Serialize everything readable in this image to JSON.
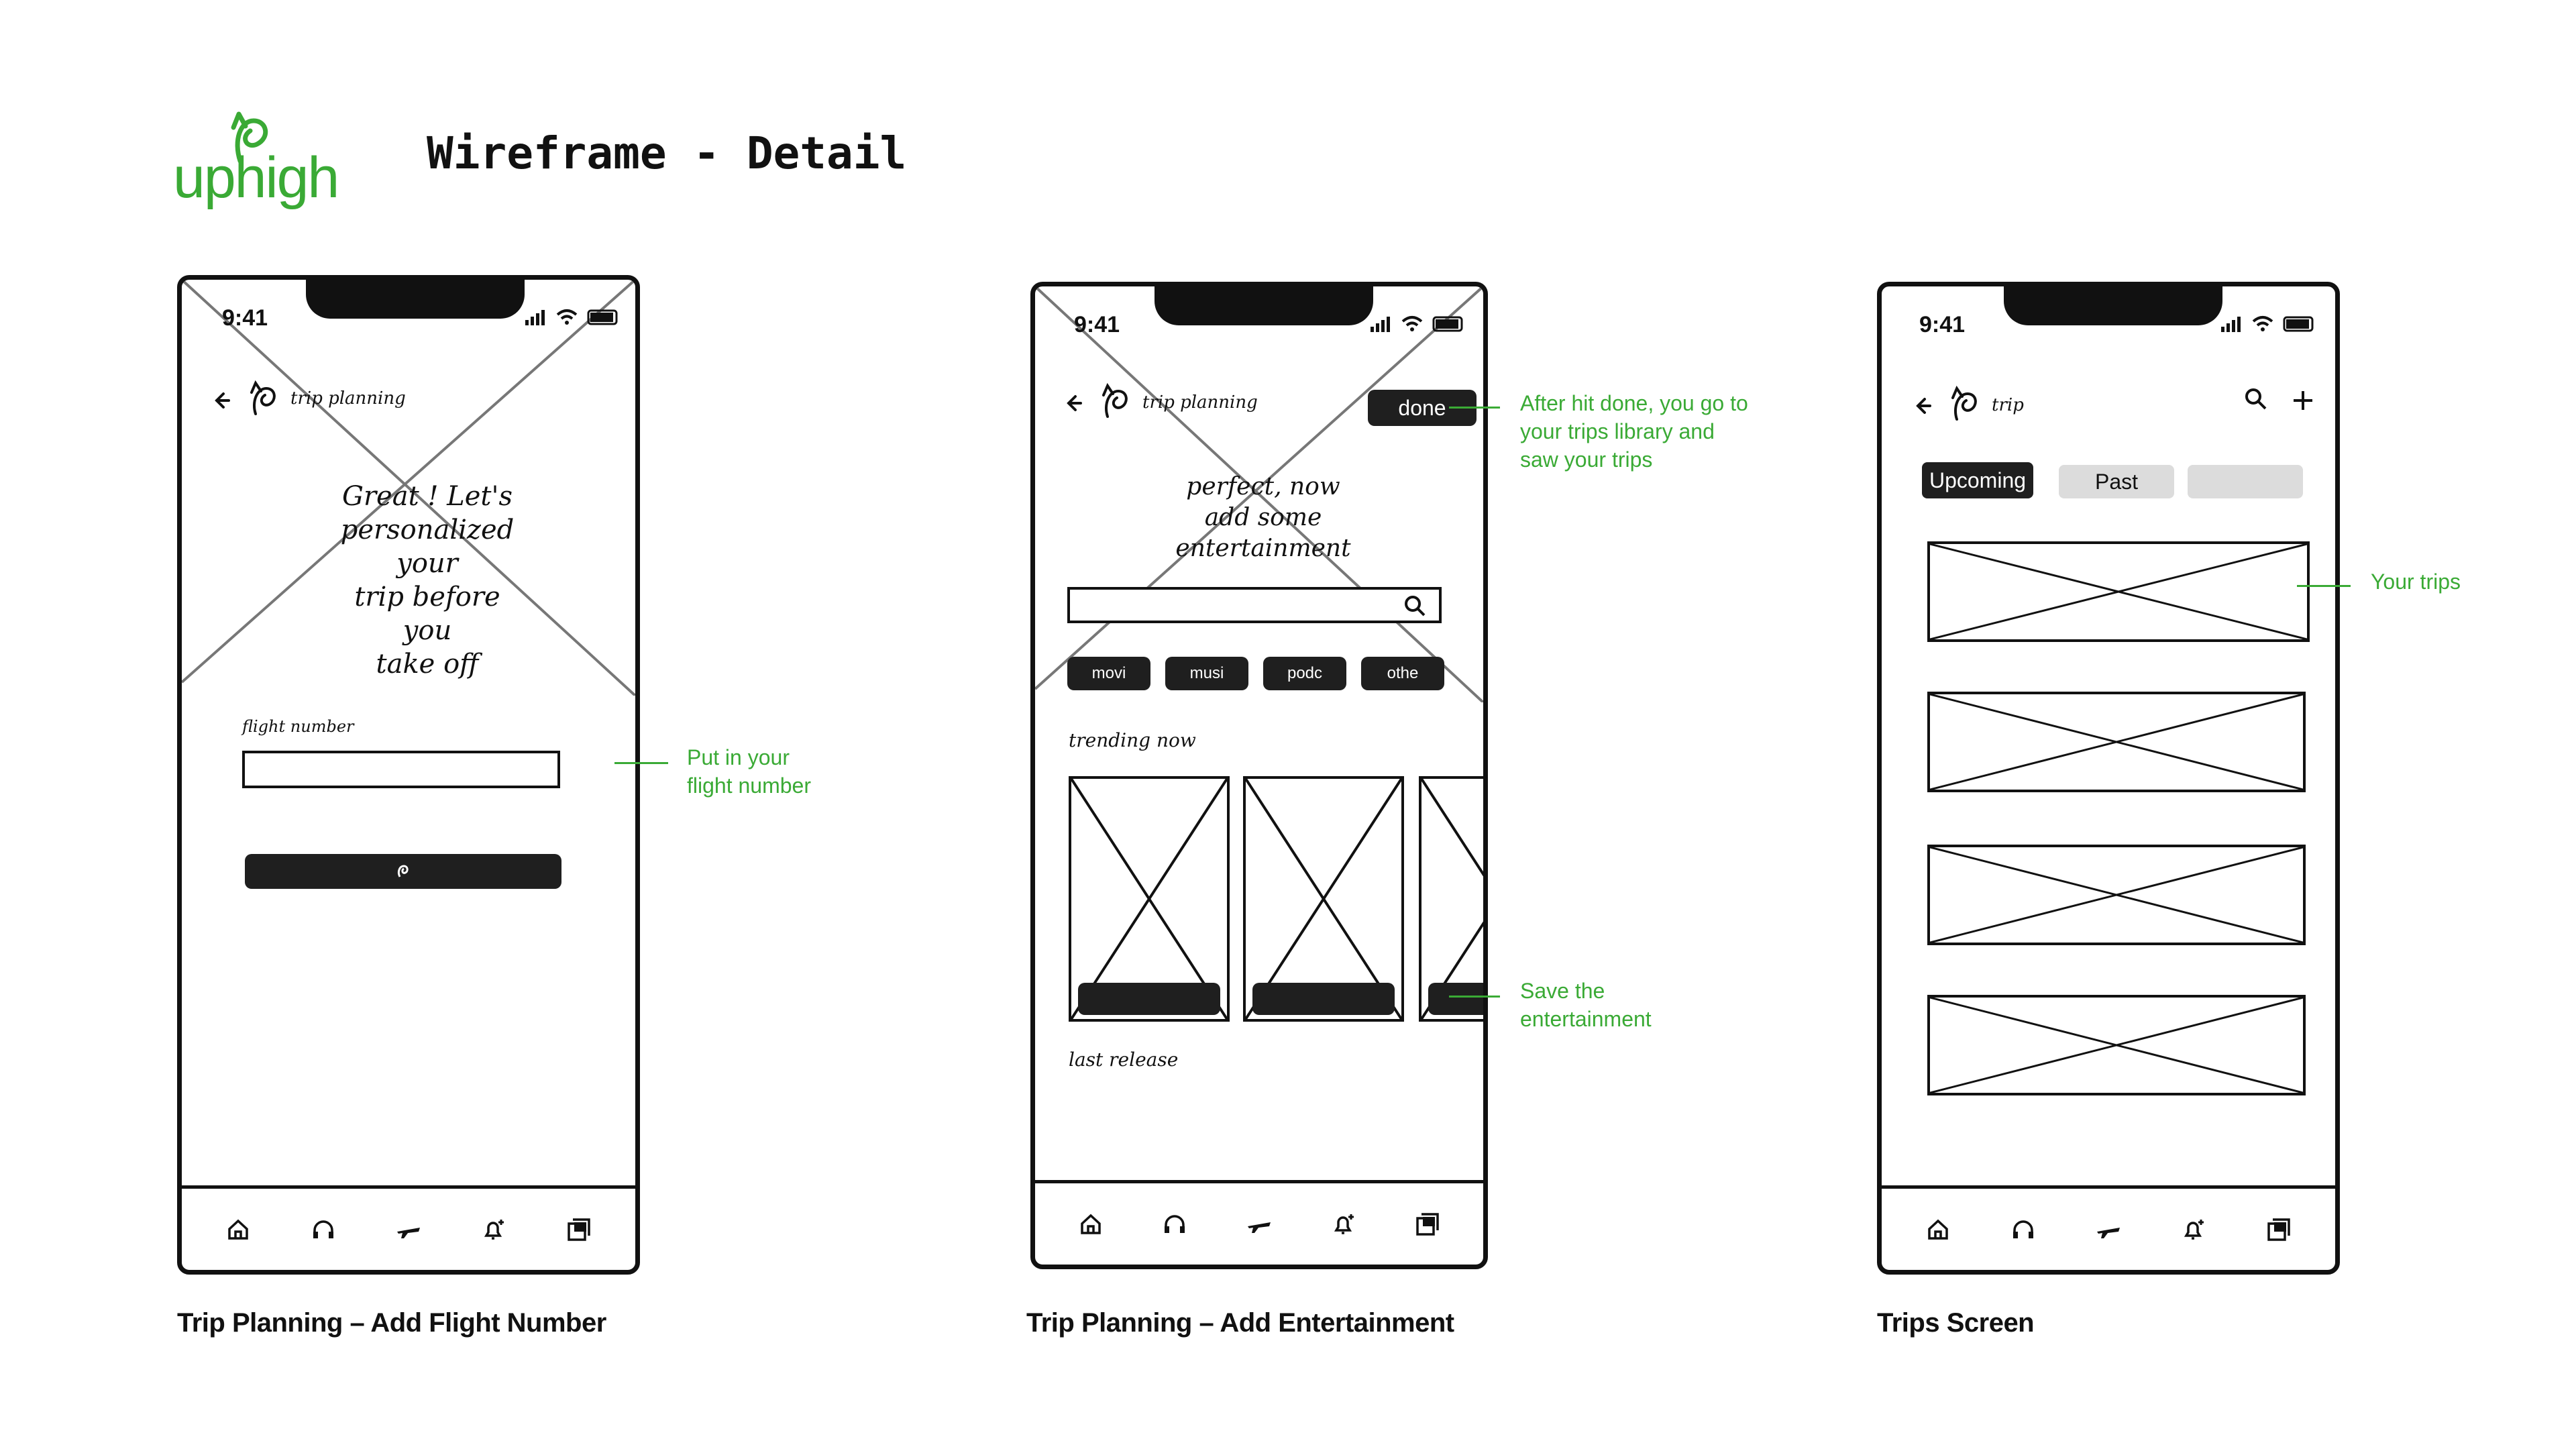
{
  "brand": {
    "logo_text": "uphigh",
    "accent_color": "#3aaa35"
  },
  "page_title": "Wireframe - Detail",
  "status_time": "9:41",
  "nav_icons": [
    "home-icon",
    "headphones-icon",
    "plane-icon",
    "bell-plus-icon",
    "library-icon"
  ],
  "screen1": {
    "header_title": "trip planning",
    "headline": [
      "Great ! Let's",
      "personalized your",
      "trip before you",
      "take off"
    ],
    "field_label": "flight number",
    "annotation": [
      "Put in your",
      "flight number"
    ],
    "caption": "Trip Planning – Add Flight Number"
  },
  "screen2": {
    "header_title": "trip planning",
    "done_label": "done",
    "headline": [
      "perfect, now",
      "add some entertainment"
    ],
    "chips": [
      "movi",
      "musi",
      "podc",
      "othe"
    ],
    "section_trending": "trending now",
    "section_latest": "last release",
    "annotation_done": [
      "After hit done, you go to",
      "your trips library and",
      "saw your trips"
    ],
    "annotation_save": [
      "Save the",
      "entertainment"
    ],
    "caption": "Trip Planning – Add Entertainment"
  },
  "screen3": {
    "header_title": "trip",
    "tabs": [
      "Upcoming",
      "Past",
      ""
    ],
    "annotation": "Your trips",
    "caption": "Trips Screen"
  }
}
